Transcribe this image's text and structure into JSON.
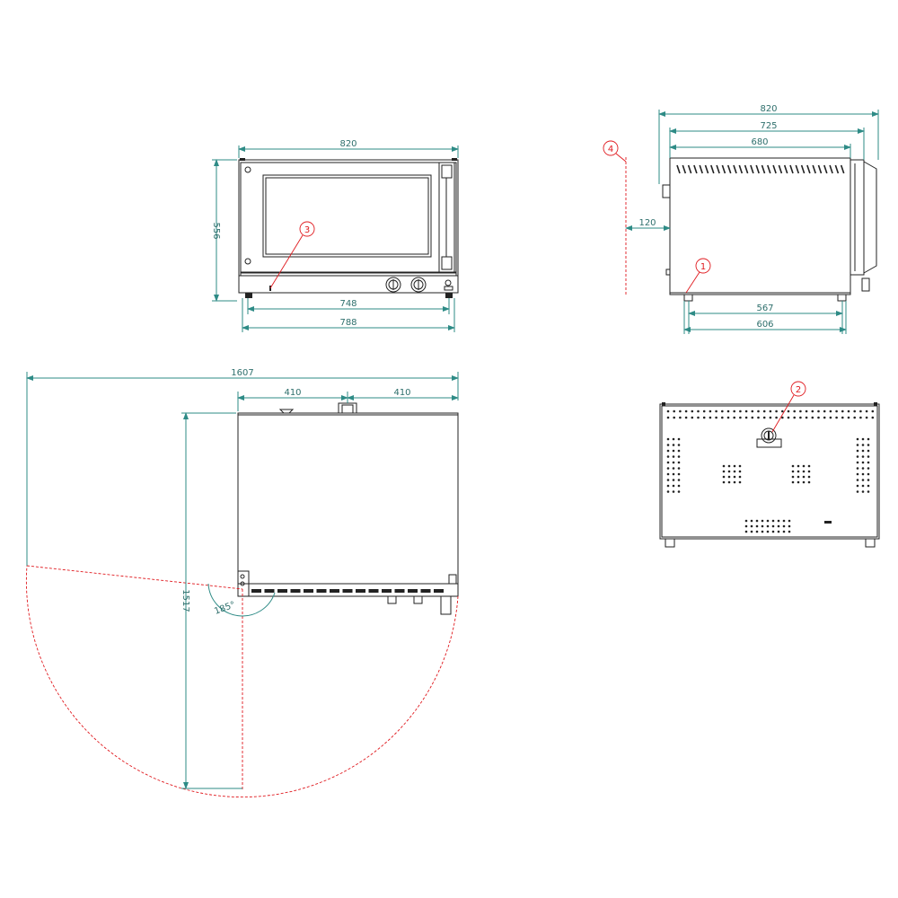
{
  "drawing": {
    "front_view": {
      "width_total": "820",
      "height": "556",
      "feet_inner": "748",
      "feet_outer": "788",
      "callout": "3"
    },
    "side_view": {
      "depth_total": "820",
      "depth_body": "725",
      "depth_top": "680",
      "clearance": "120",
      "feet_inner": "567",
      "feet_outer": "606",
      "callout_foot": "1",
      "callout_wall": "4"
    },
    "top_view": {
      "door_sweep": "1607",
      "half_left": "410",
      "half_right": "410",
      "depth": "1517",
      "door_angle": "185°"
    },
    "rear_view": {
      "callout": "2"
    },
    "colors": {
      "dimension": "#2e8b86",
      "outline": "#222222",
      "callout": "#e0191e"
    }
  }
}
